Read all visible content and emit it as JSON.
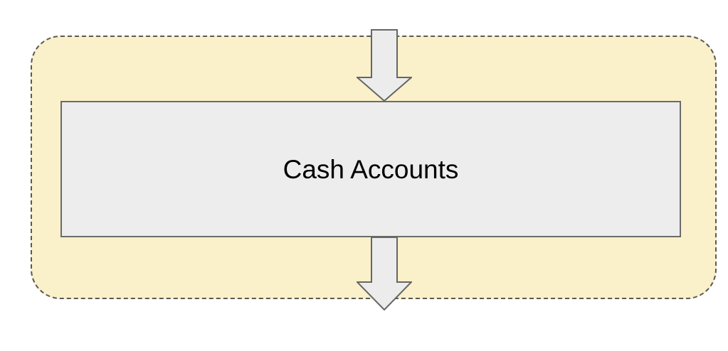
{
  "node": {
    "label": "Cash Accounts"
  },
  "arrows": [
    {
      "name": "inflow-arrow",
      "shape": "block-arrow",
      "direction": "down",
      "position": "top"
    },
    {
      "name": "outflow-arrow",
      "shape": "block-arrow",
      "direction": "down",
      "position": "bottom"
    }
  ],
  "colors": {
    "group_fill": "#faf0c9",
    "group_stroke": "#595959",
    "node_fill": "#ededed",
    "node_stroke": "#6b6b6b",
    "arrow_fill": "#ececec",
    "arrow_stroke": "#666666",
    "text": "#000000"
  }
}
